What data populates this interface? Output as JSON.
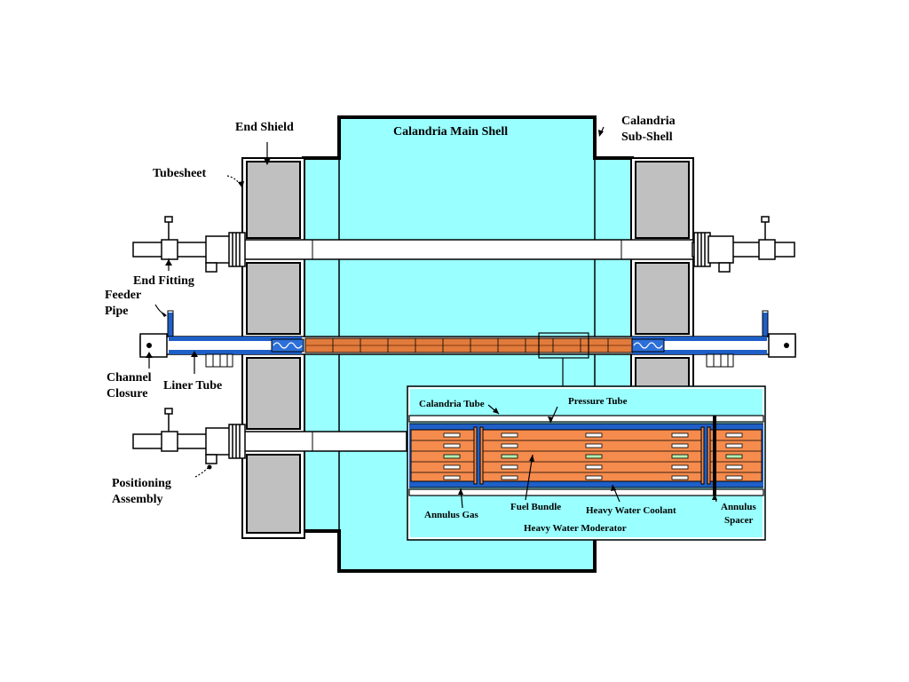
{
  "labels": {
    "calandria_main_shell": "Calandria Main Shell",
    "calandria_sub_shell_1": "Calandria",
    "calandria_sub_shell_2": "Sub-Shell",
    "end_shield": "End Shield",
    "tubesheet": "Tubesheet",
    "end_fitting": "End Fitting",
    "feeder_pipe_1": "Feeder",
    "feeder_pipe_2": "Pipe",
    "channel_closure_1": "Channel",
    "channel_closure_2": "Closure",
    "liner_tube": "Liner Tube",
    "positioning_assembly_1": "Positioning",
    "positioning_assembly_2": "Assembly"
  },
  "inset": {
    "calandria_tube": "Calandria Tube",
    "pressure_tube": "Pressure Tube",
    "fuel_bundle": "Fuel Bundle",
    "heavy_water_coolant": "Heavy Water Coolant",
    "annulus_gas": "Annulus Gas",
    "annulus_spacer_1": "Annulus",
    "annulus_spacer_2": "Spacer",
    "heavy_water_moderator": "Heavy Water Moderator"
  },
  "colors": {
    "moderator": "#99FFFF",
    "shield": "#C0C0C0",
    "fuel": "#F58B4C",
    "coolant": "#1E5FC8",
    "outline": "#000000"
  }
}
